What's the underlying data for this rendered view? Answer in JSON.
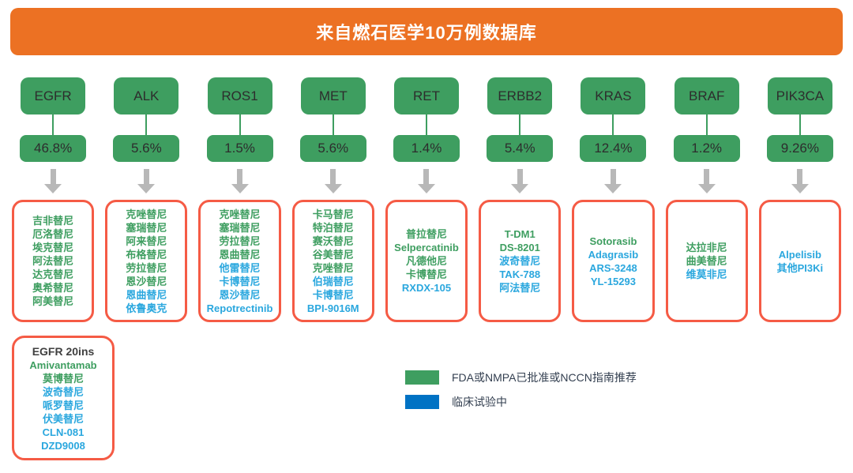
{
  "title": "来自燃石医学10万例数据库",
  "colors": {
    "banner_orange": "#EC7123",
    "node_green": "#3E9E60",
    "box_border_coral": "#F55B45",
    "approved_text_green": "#3E9E60",
    "trial_text_blue": "#2AA7DE",
    "legend_trial_blue": "#0072C4",
    "arrow_gray": "#B8B8B8"
  },
  "columns": [
    {
      "gene": "EGFR",
      "frequency": "46.8%",
      "drugs": [
        {
          "name": "吉非替尼",
          "status": "approved"
        },
        {
          "name": "厄洛替尼",
          "status": "approved"
        },
        {
          "name": "埃克替尼",
          "status": "approved"
        },
        {
          "name": "阿法替尼",
          "status": "approved"
        },
        {
          "name": "达克替尼",
          "status": "approved"
        },
        {
          "name": "奥希替尼",
          "status": "approved"
        },
        {
          "name": "阿美替尼",
          "status": "approved"
        }
      ]
    },
    {
      "gene": "ALK",
      "frequency": "5.6%",
      "drugs": [
        {
          "name": "克唑替尼",
          "status": "approved"
        },
        {
          "name": "塞瑞替尼",
          "status": "approved"
        },
        {
          "name": "阿来替尼",
          "status": "approved"
        },
        {
          "name": "布格替尼",
          "status": "approved"
        },
        {
          "name": "劳拉替尼",
          "status": "approved"
        },
        {
          "name": "恩沙替尼",
          "status": "approved"
        },
        {
          "name": "恩曲替尼",
          "status": "trial"
        },
        {
          "name": "依鲁奥克",
          "status": "trial"
        }
      ]
    },
    {
      "gene": "ROS1",
      "frequency": "1.5%",
      "drugs": [
        {
          "name": "克唑替尼",
          "status": "approved"
        },
        {
          "name": "塞瑞替尼",
          "status": "approved"
        },
        {
          "name": "劳拉替尼",
          "status": "approved"
        },
        {
          "name": "恩曲替尼",
          "status": "approved"
        },
        {
          "name": "他雷替尼",
          "status": "trial"
        },
        {
          "name": "卡博替尼",
          "status": "trial"
        },
        {
          "name": "恩沙替尼",
          "status": "trial"
        },
        {
          "name": "Repotrectinib",
          "status": "trial"
        }
      ]
    },
    {
      "gene": "MET",
      "frequency": "5.6%",
      "drugs": [
        {
          "name": "卡马替尼",
          "status": "approved"
        },
        {
          "name": "特泊替尼",
          "status": "approved"
        },
        {
          "name": "赛沃替尼",
          "status": "approved"
        },
        {
          "name": "谷美替尼",
          "status": "approved"
        },
        {
          "name": "克唑替尼",
          "status": "approved"
        },
        {
          "name": "伯瑞替尼",
          "status": "trial"
        },
        {
          "name": "卡博替尼",
          "status": "trial"
        },
        {
          "name": "BPI-9016M",
          "status": "trial"
        }
      ]
    },
    {
      "gene": "RET",
      "frequency": "1.4%",
      "drugs": [
        {
          "name": "普拉替尼",
          "status": "approved"
        },
        {
          "name": "Selpercatinib",
          "status": "approved"
        },
        {
          "name": "凡德他尼",
          "status": "approved"
        },
        {
          "name": "卡博替尼",
          "status": "approved"
        },
        {
          "name": "RXDX-105",
          "status": "trial"
        }
      ]
    },
    {
      "gene": "ERBB2",
      "frequency": "5.4%",
      "drugs": [
        {
          "name": "T-DM1",
          "status": "approved"
        },
        {
          "name": "DS-8201",
          "status": "approved"
        },
        {
          "name": "波奇替尼",
          "status": "trial"
        },
        {
          "name": "TAK-788",
          "status": "trial"
        },
        {
          "name": "阿法替尼",
          "status": "trial"
        }
      ]
    },
    {
      "gene": "KRAS",
      "frequency": "12.4%",
      "drugs": [
        {
          "name": "Sotorasib",
          "status": "approved"
        },
        {
          "name": "Adagrasib",
          "status": "trial"
        },
        {
          "name": "ARS-3248",
          "status": "trial"
        },
        {
          "name": "YL-15293",
          "status": "trial"
        }
      ]
    },
    {
      "gene": "BRAF",
      "frequency": "1.2%",
      "drugs": [
        {
          "name": "达拉非尼",
          "status": "approved"
        },
        {
          "name": "曲美替尼",
          "status": "approved"
        },
        {
          "name": "维莫非尼",
          "status": "trial"
        }
      ]
    },
    {
      "gene": "PIK3CA",
      "frequency": "9.26%",
      "drugs": [
        {
          "name": "Alpelisib",
          "status": "trial"
        },
        {
          "name": "其他PI3Ki",
          "status": "trial"
        }
      ]
    }
  ],
  "extra_box": {
    "title": "EGFR 20ins",
    "drugs": [
      {
        "name": "Amivantamab",
        "status": "approved"
      },
      {
        "name": "莫博替尼",
        "status": "approved"
      },
      {
        "name": "波奇替尼",
        "status": "trial"
      },
      {
        "name": "哌罗替尼",
        "status": "trial"
      },
      {
        "name": "伏美替尼",
        "status": "trial"
      },
      {
        "name": "CLN-081",
        "status": "trial"
      },
      {
        "name": "DZD9008",
        "status": "trial"
      }
    ]
  },
  "legend": {
    "items": [
      {
        "key": "approved",
        "label": "FDA或NMPA已批准或NCCN指南推荐"
      },
      {
        "key": "trial",
        "label": "临床试验中"
      }
    ]
  }
}
